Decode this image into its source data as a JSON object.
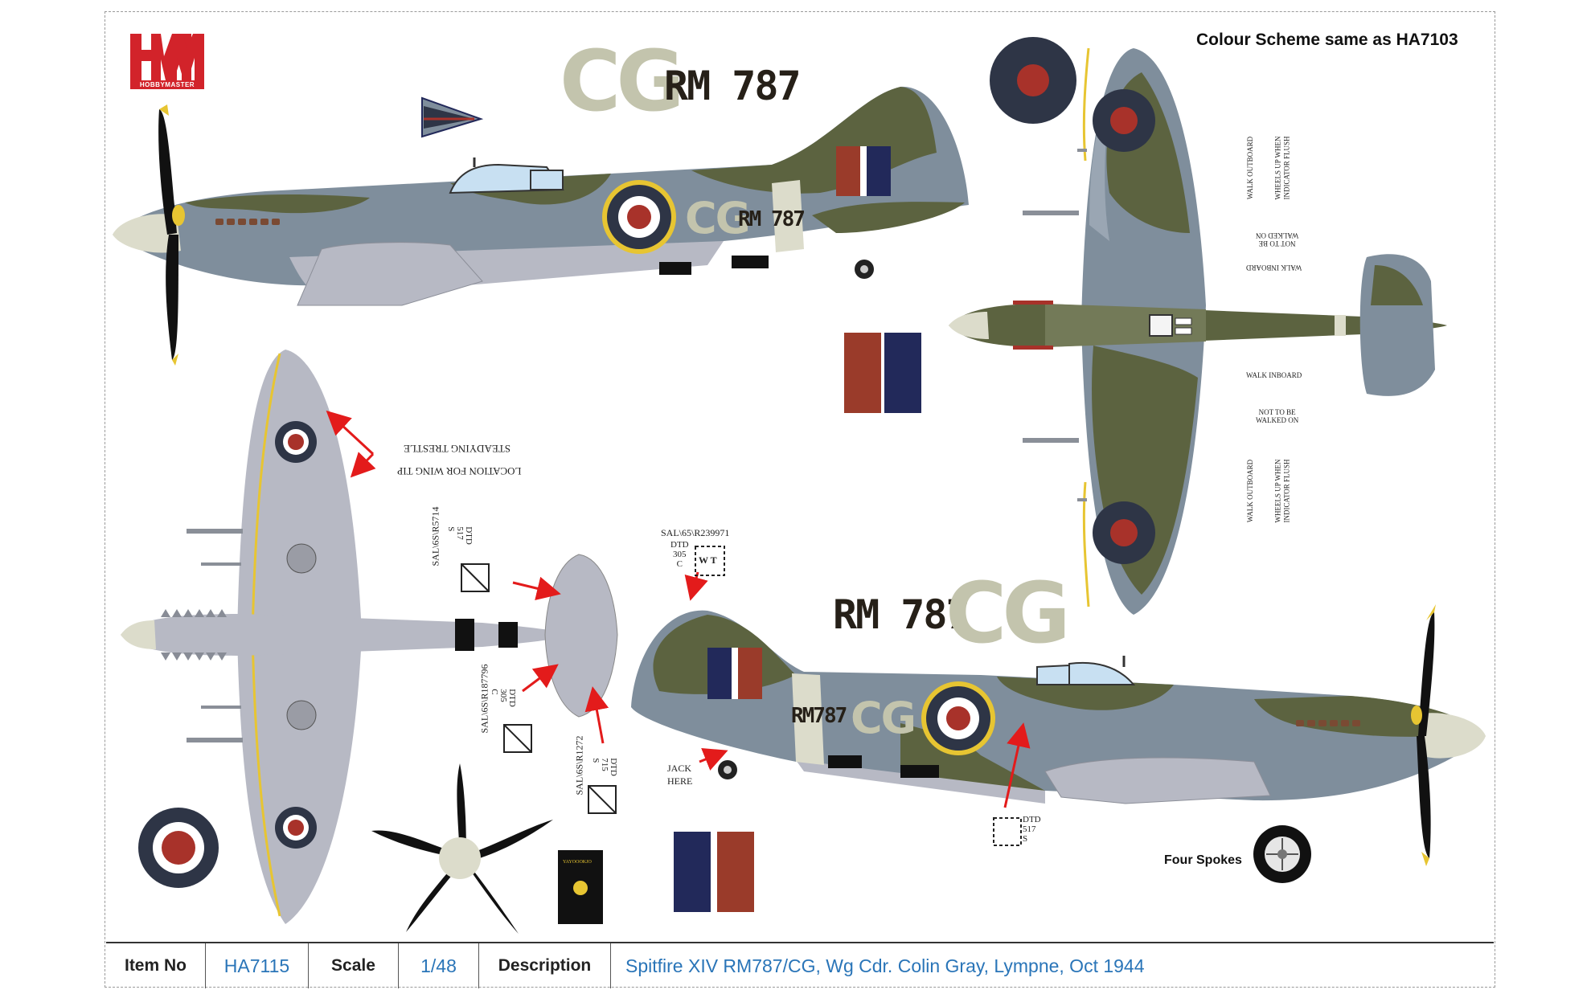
{
  "logo": {
    "letters": "HM",
    "subtitle": "HOBBYMASTER",
    "color": "#d2232a"
  },
  "header": {
    "colour_scheme_note": "Colour Scheme same as HA7103"
  },
  "markings": {
    "squadron_code": "CG",
    "serial": "RM 787",
    "serial_small": "RM787",
    "roundel_colors": {
      "blue": "#2e3546",
      "white": "#ffffff",
      "red": "#a8322a",
      "yellow": "#e7c532"
    },
    "fin_flash_colors": {
      "red": "#9a3b2a",
      "blue": "#22295a"
    }
  },
  "camouflage": {
    "green": "#5c6340",
    "grey": "#7f8e9c",
    "underside": "#b7b9c4",
    "spinner": "#dcdccb"
  },
  "stencils": {
    "location_wing_tip": "LOCATION FOR WING TIP",
    "steadying_trestle": "STEADYING TRESTLE",
    "sal_1": "SAL\\6S\\R5714",
    "dtd_1": "DTD\n517\nS",
    "sal_2": "SAL\\6S\\R187796",
    "dtd_2": "DTD\n305\nC",
    "sal_3": "SAL\\6S\\R1272",
    "dtd_3": "DTD\n715\nS",
    "sal_4": "SAL\\65\\R239971",
    "dtd_4": "DTD\n305\nC",
    "jack_here": "JACK\nHERE",
    "dtd_5": "DTD\n517\nS",
    "walk_outboard": "WALK OUTBOARD",
    "wheels_up": "WHEELS UP WHEN\nINDICATOR FLUSH",
    "not_walked": "NOT TO BE\nWALKED ON",
    "walk_inboard": "WALK INBOARD",
    "wt": "W T",
    "tag": "YAYOOOKJO"
  },
  "wheel_note": "Four Spokes",
  "footer": {
    "item_label": "Item No",
    "item_value": "HA7115",
    "scale_label": "Scale",
    "scale_value": "1/48",
    "desc_label": "Description",
    "desc_value": "Spitfire XIV  RM787/CG, Wg Cdr. Colin Gray,  Lympne, Oct 1944"
  }
}
